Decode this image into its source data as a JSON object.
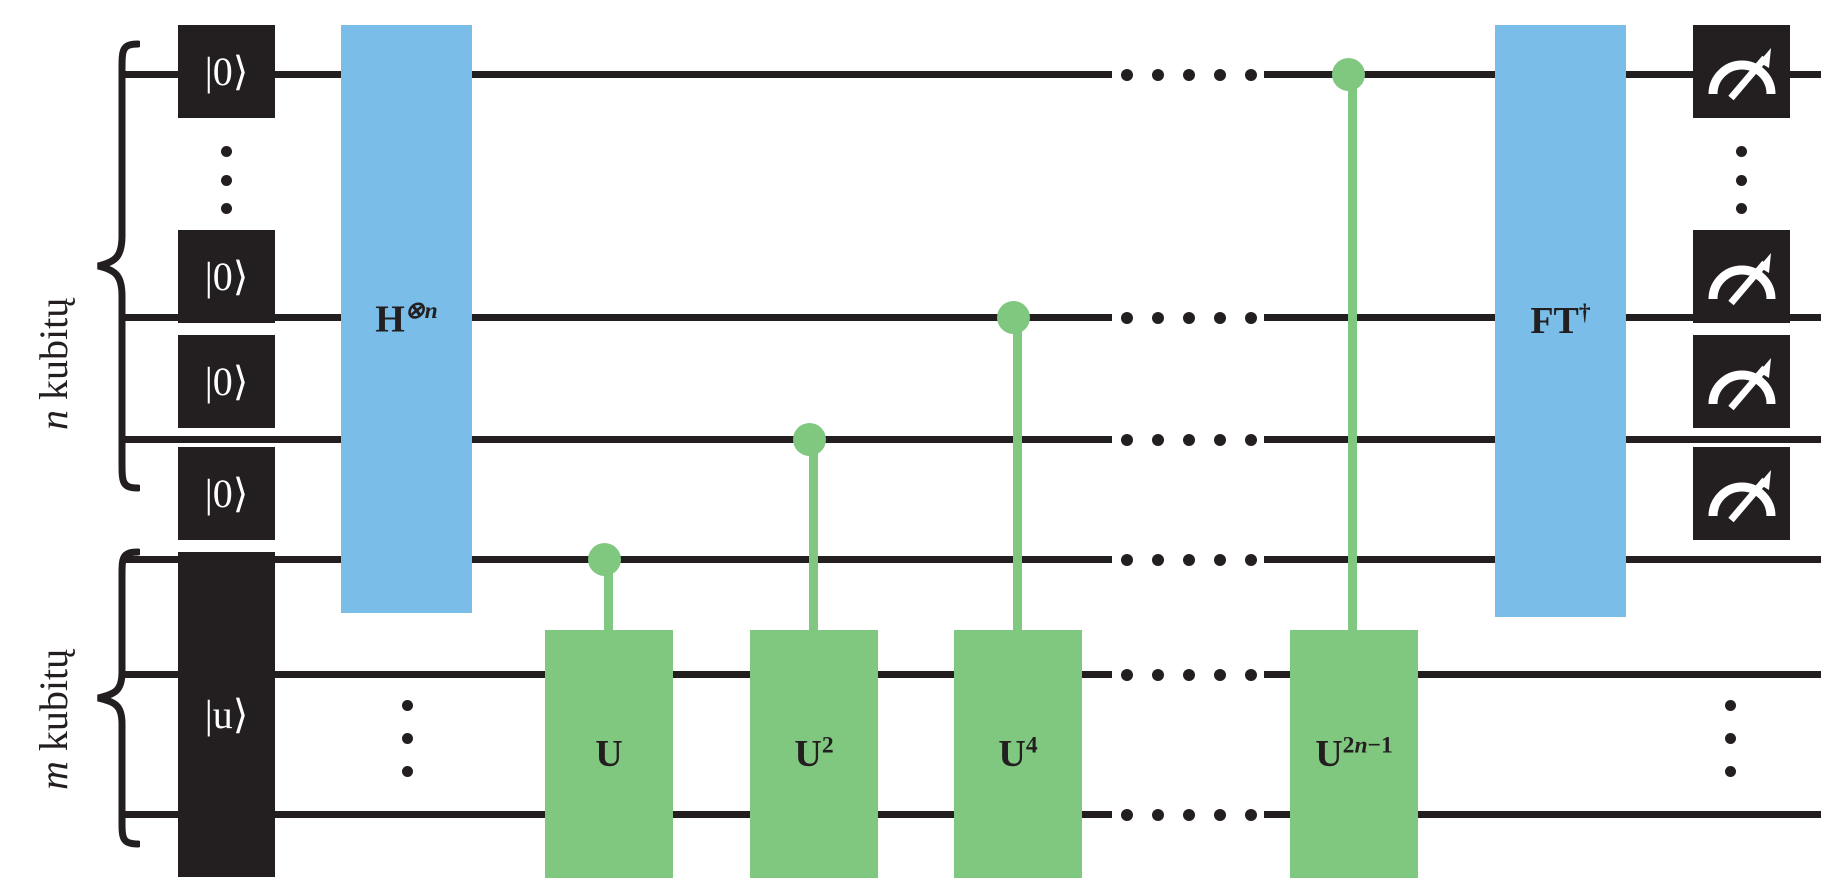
{
  "figure": {
    "type": "quantum-circuit",
    "name": "quantum-phase-estimation-circuit",
    "background": "#ffffff",
    "colors": {
      "wire": "#231f20",
      "init_box": "#231f20",
      "hadamard_gate": "#79bde8",
      "fourier_gate": "#79bde8",
      "controlled_u_gate": "#80c780",
      "control_dot": "#80c780",
      "label_text": "#231f20",
      "ket_text": "#ffffff"
    }
  },
  "registers": [
    {
      "id": "upper",
      "label": "n kubitų",
      "label_math": "n",
      "label_word": "kubitų",
      "wires": 4
    },
    {
      "id": "lower",
      "label": "m kubitų",
      "label_math": "m",
      "label_word": "kubitų",
      "wires": 2
    }
  ],
  "init_states": [
    {
      "name": "ket-zero-1",
      "text": "|0⟩"
    },
    {
      "name": "ket-zero-2",
      "text": "|0⟩"
    },
    {
      "name": "ket-zero-3",
      "text": "|0⟩"
    },
    {
      "name": "ket-zero-4",
      "text": "|0⟩"
    },
    {
      "name": "ket-u",
      "text": "|u⟩"
    }
  ],
  "gates": {
    "hadamard": {
      "base": "H",
      "sup": "⊗n",
      "full": "H⊗n"
    },
    "fourier": {
      "base": "FT",
      "sup": "†",
      "full": "FT†"
    },
    "controlled_u": [
      {
        "base": "U",
        "sup": "",
        "full": "U"
      },
      {
        "base": "U",
        "sup": "2",
        "full": "U2"
      },
      {
        "base": "U",
        "sup": "4",
        "full": "U4"
      },
      {
        "base": "U",
        "sup": "2n−1",
        "full": "U2n-1"
      }
    ]
  },
  "measurements": [
    {
      "name": "measure-1"
    },
    {
      "name": "measure-2"
    },
    {
      "name": "measure-3"
    },
    {
      "name": "measure-4"
    }
  ],
  "ellipses": {
    "horizontal_dot_count": 5,
    "vertical_dot_count": 4
  }
}
